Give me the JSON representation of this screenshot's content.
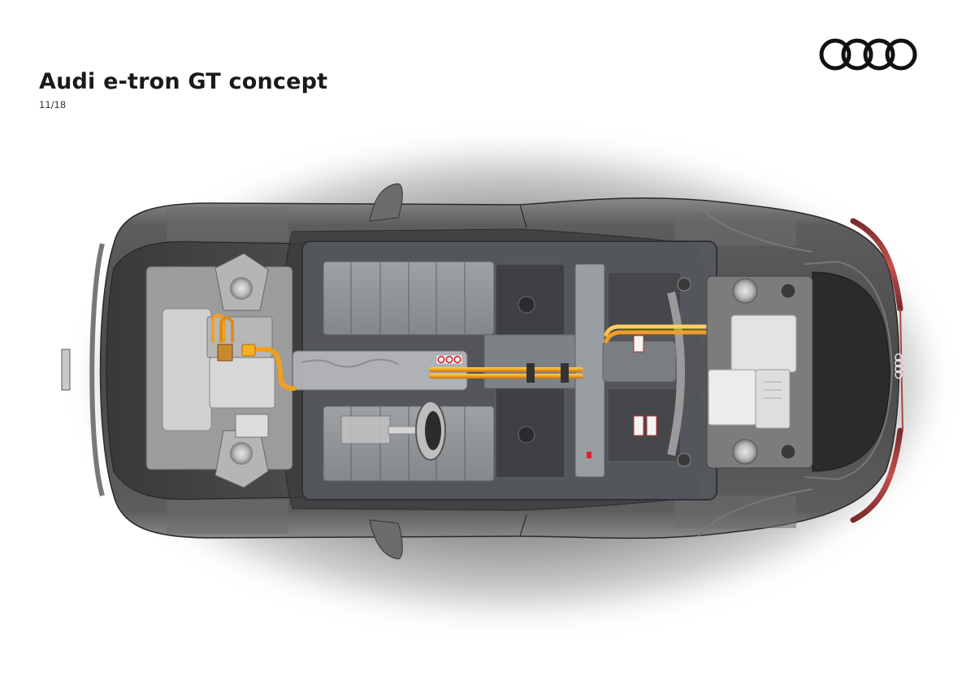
{
  "header": {
    "title": "Audi e-tron GT concept",
    "page_counter": "11/18",
    "logo": "audi-four-rings-logo"
  },
  "illustration": {
    "subject": "top-down x-ray view of car showing electric drivetrain",
    "components": [
      {
        "name": "front-electric-motor",
        "label": ""
      },
      {
        "name": "front-power-electronics",
        "label": ""
      },
      {
        "name": "high-voltage-battery",
        "label": ""
      },
      {
        "name": "high-voltage-cables",
        "label": ""
      },
      {
        "name": "rear-electric-motor",
        "label": ""
      },
      {
        "name": "rear-power-electronics",
        "label": ""
      },
      {
        "name": "battery-warning-labels",
        "label": ""
      }
    ],
    "colors": {
      "background": "#ffffff",
      "body_paint": "#5a5858",
      "body_highlight": "#9a9898",
      "cabin_dark": "#2f2e2e",
      "battery_panels": "#8d9097",
      "battery_frame": "#55585d",
      "hv_cable_orange": "#f0a020",
      "hv_cable_dark_orange": "#e07a10",
      "components_light": "#cfcfcf",
      "taillight_red": "#a23a3a",
      "warning_red": "#d9232e"
    }
  }
}
